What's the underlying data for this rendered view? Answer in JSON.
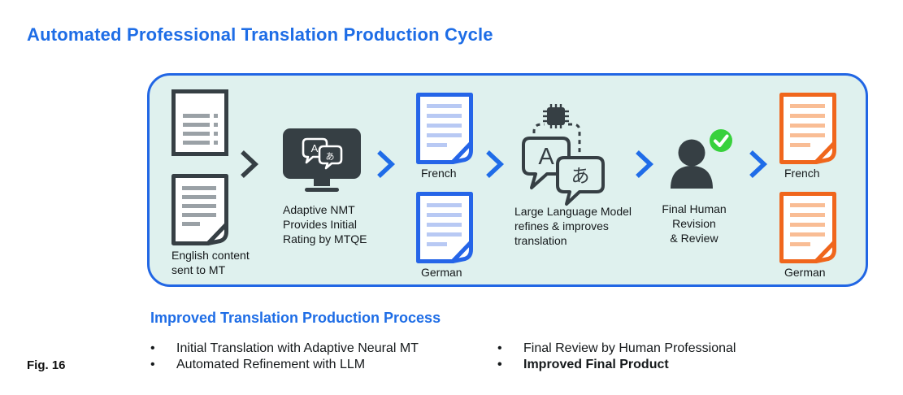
{
  "title": "Automated Professional Translation Production Cycle",
  "fig_label": "Fig. 16",
  "colors": {
    "accent_blue": "#1e6de6",
    "box_fill": "#dff1ee",
    "box_border": "#2166e4",
    "dark_icon": "#363f44",
    "doc_line_gray": "#9aa1a6",
    "doc_blue": "#2565e8",
    "doc_blue_lines": "#b8c9f4",
    "doc_orange": "#f0661c",
    "doc_orange_lines": "#f9bd95",
    "check_green": "#38d13c"
  },
  "glyphs": {
    "latin": "A",
    "japanese": "あ"
  },
  "flow": {
    "input": {
      "caption": [
        "English content",
        "sent to MT"
      ]
    },
    "nmt": {
      "caption": [
        "Adaptive NMT",
        "Provides Initial",
        "Rating by MTQE"
      ]
    },
    "mt_output": {
      "french_label": "French",
      "german_label": "German"
    },
    "llm": {
      "caption": [
        "Large Language Model",
        "refines & improves",
        "translation"
      ]
    },
    "human": {
      "caption": [
        "Final Human",
        "Revision",
        "& Review"
      ]
    },
    "final_output": {
      "french_label": "French",
      "german_label": "German"
    }
  },
  "improved": {
    "heading": "Improved Translation Production Process",
    "bullets_left": [
      "Initial Translation with Adaptive Neural MT",
      "Automated Refinement with LLM"
    ],
    "bullets_right": [
      "Final Review by Human Professional",
      "Improved Final Product"
    ]
  }
}
